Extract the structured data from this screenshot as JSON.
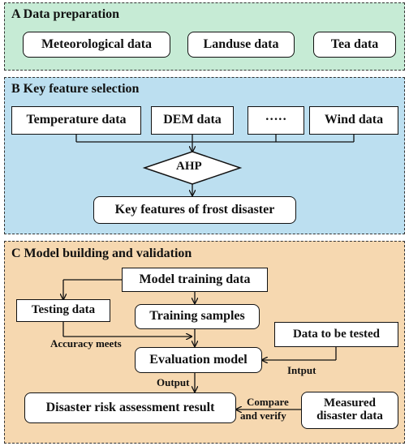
{
  "panel_a": {
    "title": "A   Data preparation",
    "items": [
      "Meteorological data",
      "Landuse data",
      "Tea data"
    ],
    "bg": "#c6ebd5"
  },
  "panel_b": {
    "title": "B   Key feature selection",
    "items": [
      "Temperature data",
      "DEM data",
      "·····",
      "Wind data"
    ],
    "ahp": "AHP",
    "key_features": "Key features of frost disaster",
    "bg": "#bcdff0"
  },
  "panel_c": {
    "title": "C   Model building and validation",
    "model_training": "Model training data",
    "testing": "Testing data",
    "training_samples": "Training samples",
    "data_tested": "Data to be tested",
    "evaluation": "Evaluation model",
    "result": "Disaster risk assessment result",
    "measured_line1": "Measured",
    "measured_line2": "disaster data",
    "label_accuracy": "Accuracy meets",
    "label_output": "Output",
    "label_input": "Intput",
    "label_compare1": "Compare",
    "label_compare2": "and verify",
    "bg": "#f6d8b0"
  }
}
